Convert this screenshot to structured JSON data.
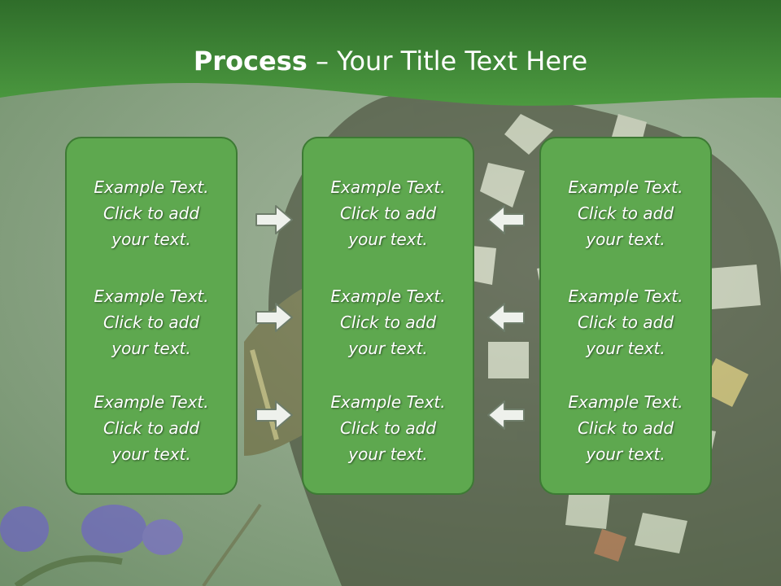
{
  "slide": {
    "title_bold": "Process",
    "title_rest": " – Your Title Text Here",
    "columns": [
      {
        "items": [
          "Example Text.\nClick  to add\nyour text.",
          "Example Text.\nClick  to add\nyour text.",
          "Example Text.\nClick  to add\nyour text."
        ]
      },
      {
        "items": [
          "Example Text.\nClick  to add\nyour text.",
          "Example Text.\nClick  to add\nyour text.",
          "Example Text.\nClick  to add\nyour text."
        ]
      },
      {
        "items": [
          "Example Text.\nClick  to add\nyour text.",
          "Example Text.\nClick  to add\nyour text.",
          "Example Text.\nClick  to add\nyour text."
        ]
      }
    ],
    "arrows": {
      "left_group": "arrow-right-icon",
      "right_group": "arrow-left-icon"
    },
    "colors": {
      "header": "#3f8a36",
      "panel": "#5ea84f",
      "panel_border": "#3d7a34",
      "text": "#ffffff"
    }
  }
}
